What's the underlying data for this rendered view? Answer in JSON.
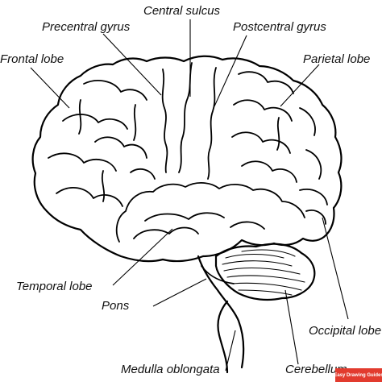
{
  "labels": {
    "central_sulcus": "Central sulcus",
    "precentral_gyrus": "Precentral gyrus",
    "postcentral_gyrus": "Postcentral gyrus",
    "frontal_lobe": "Frontal lobe",
    "parietal_lobe": "Parietal lobe",
    "temporal_lobe": "Temporal lobe",
    "pons": "Pons",
    "occipital_lobe": "Occipital lobe",
    "medulla_oblongata": "Medulla oblongata",
    "cerebellum": "Cerebellum"
  },
  "brand": "Easy Drawing Guides",
  "colors": {
    "ink": "#000000",
    "background": "#ffffff",
    "brand": "#e23b2e"
  }
}
